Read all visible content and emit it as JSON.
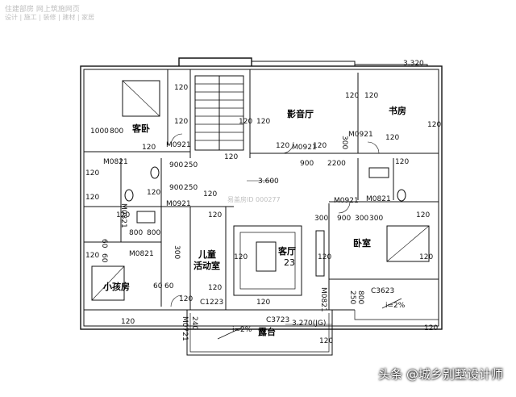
{
  "watermark": {
    "top_line": "住建部房 网上筑施网页",
    "top_sub": "设计 | 施工 | 装修 | 建材 | 家居",
    "center": "易盖房ID 000277"
  },
  "credit": "头条 @城乡别墅设计师",
  "rooms": {
    "guest_bedroom": "客卧",
    "theater": "影音厅",
    "study": "书房",
    "living": "客厅",
    "living_num": "23",
    "bedroom": "卧室",
    "kids_l1": "儿童",
    "kids_l2": "活动室",
    "kids_room": "小孩房",
    "terrace": "露台"
  },
  "labels": {
    "m0921_a": "M0921",
    "m0921_b": "M0921",
    "m0921_c": "M0921",
    "m0921_d": "M0921",
    "m0921_e": "M0921",
    "m0821_a": "M0821",
    "m0821_b": "M0821",
    "m0821_c": "M0821",
    "m0821_d": "M0821",
    "m0821_e": "M0821",
    "m0721": "M0721",
    "c1223": "C1223",
    "c3723": "C3723",
    "c3623": "C3623",
    "elev_main": "3.600",
    "elev_terrace": "3.270(JG)",
    "slope_a": "i=2%",
    "slope_b": "i=2%",
    "top_right_dim": "3.320"
  },
  "dims": {
    "d1000": "1000",
    "d800_a": "800",
    "d800_b": "800",
    "d800_c": "800",
    "d900_a": "900",
    "d900_b": "900",
    "d900_c": "900",
    "d900_d": "900",
    "d2200": "2200",
    "d250_a": "250",
    "d250_b": "250",
    "d300_a": "300",
    "d300_b": "300",
    "d300_c": "300",
    "d300_d": "300",
    "d300_e": "300",
    "d60_a": "60",
    "d60_b": "60",
    "d60_c": "60",
    "d60_d": "60",
    "d240": "240",
    "d250_c": "250",
    "d800_d": "800"
  },
  "w120": "120"
}
